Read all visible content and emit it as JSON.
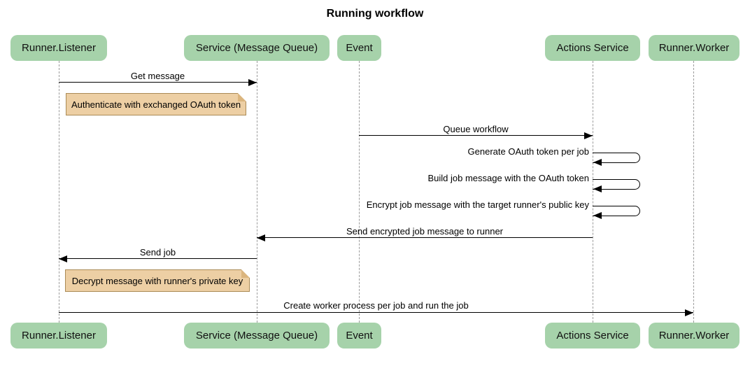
{
  "title": "Running workflow",
  "colors": {
    "participant_fill": "#A6D2AA",
    "note_fill": "#EDCFA4",
    "note_border": "#AA8A55",
    "line": "#000000",
    "lifeline": "#9B9B9B"
  },
  "participants": [
    {
      "label": "Runner.Listener"
    },
    {
      "label": "Service (Message Queue)"
    },
    {
      "label": "Event"
    },
    {
      "label": "Actions Service"
    },
    {
      "label": "Runner.Worker"
    }
  ],
  "messages": [
    {
      "label": "Get message",
      "from": "Runner.Listener",
      "to": "Service (Message Queue)",
      "type": "solid-arrow"
    },
    {
      "label": "Queue workflow",
      "from": "Event",
      "to": "Actions Service",
      "type": "solid-arrow"
    },
    {
      "label": "Generate OAuth token per job",
      "from": "Actions Service",
      "to": "Actions Service",
      "type": "self-loop"
    },
    {
      "label": "Build job message with the OAuth token",
      "from": "Actions Service",
      "to": "Actions Service",
      "type": "self-loop"
    },
    {
      "label": "Encrypt job message with the target runner's public key",
      "from": "Actions Service",
      "to": "Actions Service",
      "type": "self-loop"
    },
    {
      "label": "Send encrypted job message to runner",
      "from": "Actions Service",
      "to": "Service (Message Queue)",
      "type": "solid-arrow"
    },
    {
      "label": "Send job",
      "from": "Service (Message Queue)",
      "to": "Runner.Listener",
      "type": "solid-arrow"
    },
    {
      "label": "Create worker process per job and run the job",
      "from": "Runner.Listener",
      "to": "Runner.Worker",
      "type": "solid-arrow"
    }
  ],
  "notes": [
    {
      "label": "Authenticate with exchanged OAuth token",
      "position": "right of Runner.Listener"
    },
    {
      "label": "Decrypt message with runner's private key",
      "position": "right of Runner.Listener"
    }
  ]
}
